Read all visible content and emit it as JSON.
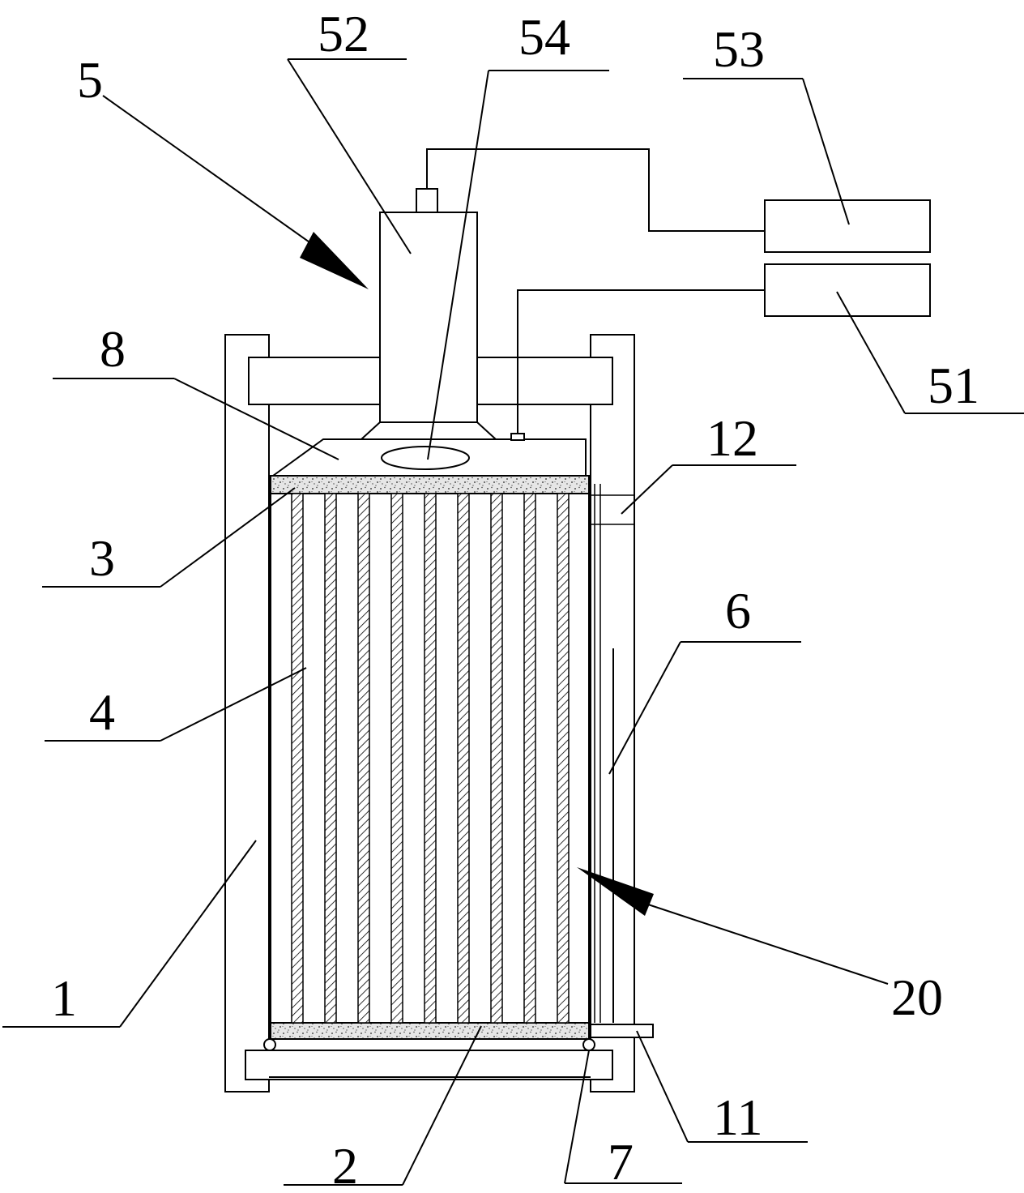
{
  "labels": {
    "l5": "5",
    "l52": "52",
    "l54": "54",
    "l53": "53",
    "l51": "51",
    "l8": "8",
    "l12": "12",
    "l3": "3",
    "l6": "6",
    "l4": "4",
    "l20": "20",
    "l1": "1",
    "l11": "11",
    "l2": "2",
    "l7": "7"
  }
}
